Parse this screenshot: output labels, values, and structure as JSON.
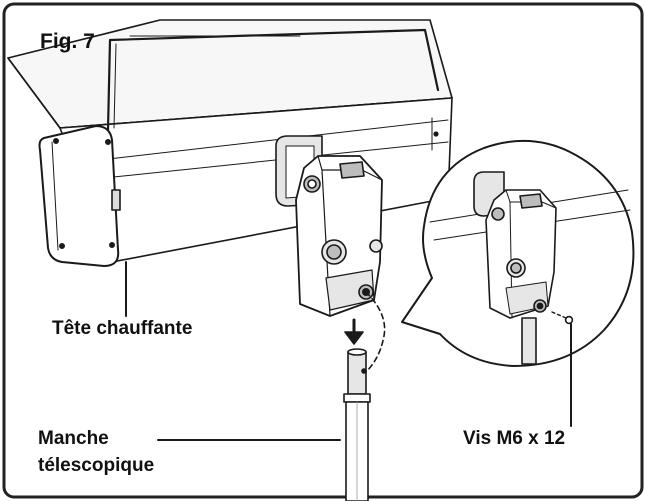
{
  "figure": {
    "label": "Fig. 7"
  },
  "callouts": {
    "heating_head": "Tête chauffante",
    "telescopic_handle_line1": "Manche",
    "telescopic_handle_line2": "télescopique",
    "screw": "Vis M6 x 12"
  },
  "colors": {
    "line": "#1a1a1a",
    "frame": "#222222",
    "fill": "#ffffff",
    "shade": "#e6e6e6",
    "dark_shade": "#bdbdbd"
  }
}
